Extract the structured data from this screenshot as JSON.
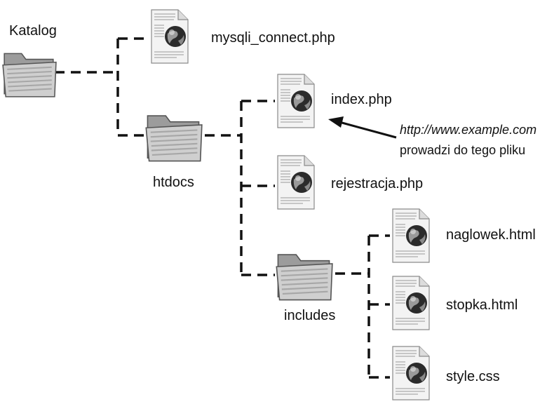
{
  "nodes": {
    "root": {
      "label": "Katalog",
      "icon": "folder-icon"
    },
    "mysqli": {
      "label": "mysqli_connect.php",
      "icon": "php-file-icon"
    },
    "htdocs": {
      "label": "htdocs",
      "icon": "folder-icon"
    },
    "index": {
      "label": "index.php",
      "icon": "php-file-icon"
    },
    "rejestracja": {
      "label": "rejestracja.php",
      "icon": "php-file-icon"
    },
    "includes": {
      "label": "includes",
      "icon": "folder-icon"
    },
    "naglowek": {
      "label": "naglowek.html",
      "icon": "html-file-icon"
    },
    "stopka": {
      "label": "stopka.html",
      "icon": "html-file-icon"
    },
    "style": {
      "label": "style.css",
      "icon": "css-file-icon"
    }
  },
  "callout": {
    "url": "http://www.example.com",
    "text": "prowadzi do tego pliku"
  },
  "colors": {
    "line": "#111111",
    "folder_body": "#c9c9c9",
    "folder_stripe": "#a8a8a8",
    "page": "#f4f4f4",
    "globe": "#2b2b2b"
  }
}
